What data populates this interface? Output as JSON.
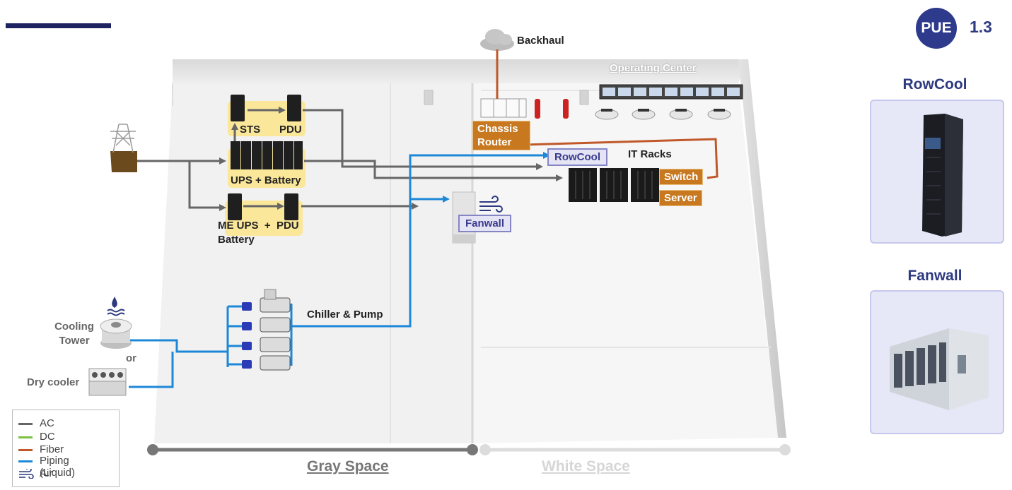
{
  "pue": {
    "badge": "PUE",
    "value": "1.3"
  },
  "labels": {
    "backhaul": "Backhaul",
    "operating_center": "Operating Center",
    "chassis_router": "Chassis Router",
    "it_racks": "IT Racks",
    "switch": "Switch",
    "server": "Server",
    "rowcool": "RowCool",
    "fanwall": "Fanwall",
    "sts": "STS",
    "pdu_top": "PDU",
    "ups_battery": "UPS + Battery",
    "me_ups": "ME UPS  +  PDU",
    "battery": "Battery",
    "chiller_pump": "Chiller & Pump",
    "cooling_tower": "Cooling Tower",
    "or": "or",
    "dry_cooler": "Dry cooler",
    "gray_space": "Gray Space",
    "white_space": "White Space"
  },
  "side_panel": {
    "rowcool_title": "RowCool",
    "fanwall_title": "Fanwall"
  },
  "legend": {
    "items": [
      {
        "label": "AC",
        "color": "#666666",
        "icon": "line"
      },
      {
        "label": "DC",
        "color": "#7ac143",
        "icon": "line"
      },
      {
        "label": "Fiber",
        "color": "#c0582a",
        "icon": "line"
      },
      {
        "label": "Piping (Liquid)",
        "color": "#1e88d8",
        "icon": "line"
      },
      {
        "label": "Air",
        "color": "#2e3a80",
        "icon": "air-icon"
      }
    ]
  },
  "colors": {
    "ac": "#666666",
    "fiber": "#c0582a",
    "liquid": "#1e88d8",
    "brand": "#2e3a80",
    "highlight": "#fbe79a",
    "tag_orange": "#c8781e"
  }
}
